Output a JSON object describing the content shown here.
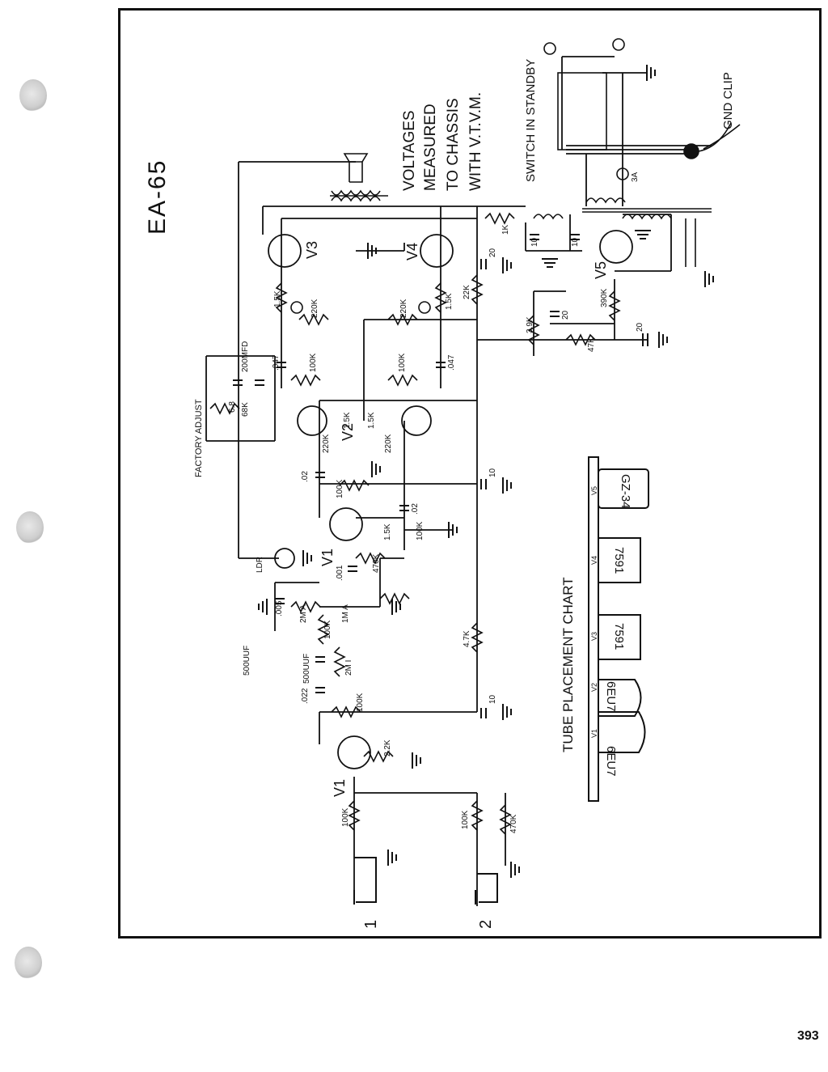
{
  "title": "EA-65",
  "note": "VOLTAGES MEASURED TO CHASSIS WITH V.T.V.M.",
  "note_lines": [
    "VOLTAGES",
    "MEASURED",
    "TO CHASSIS",
    "WITH   V.T.V.M."
  ],
  "switch_note": "SWITCH IN STANDBY",
  "gnd_clip": "GND CLIP",
  "factory_adjust": "FACTORY  ADJUST",
  "inputs": [
    "1",
    "2"
  ],
  "tube_labels": [
    "V1",
    "V1",
    "V2",
    "V3",
    "V4",
    "V5"
  ],
  "component_values": {
    "resistors": [
      "100K",
      "100K",
      "470K",
      "2.2K",
      "100K",
      "2M I",
      "100K",
      "1M A",
      "2M A",
      "4.7K",
      "470K",
      "1.5K",
      "100K",
      "100K",
      "1.5K",
      "1.5K",
      "220K",
      "220K",
      "1.5K",
      "220K",
      "1.5K",
      "220K",
      "100K",
      "100K",
      "22K",
      "1K",
      "3.9K",
      "68K",
      "390K",
      "47K"
    ],
    "capacitors": [
      ".022",
      "500UUF",
      "500UUF",
      ".005",
      ".001",
      ".02",
      ".02",
      ".047",
      ".047",
      "10",
      "10",
      "10",
      "20",
      "10",
      "10",
      "20",
      "20",
      "200MFD",
      "6.8"
    ],
    "other": [
      "LDR",
      "3A",
      ".022"
    ]
  },
  "tube_chart": {
    "title": "TUBE   PLACEMENT   CHART",
    "positions": [
      "V1",
      "V2",
      "V3",
      "V4",
      "V5"
    ],
    "tubes": [
      "6EU7",
      "6EU7",
      "7591",
      "7591",
      "GZ-34"
    ]
  },
  "page_number": "393"
}
